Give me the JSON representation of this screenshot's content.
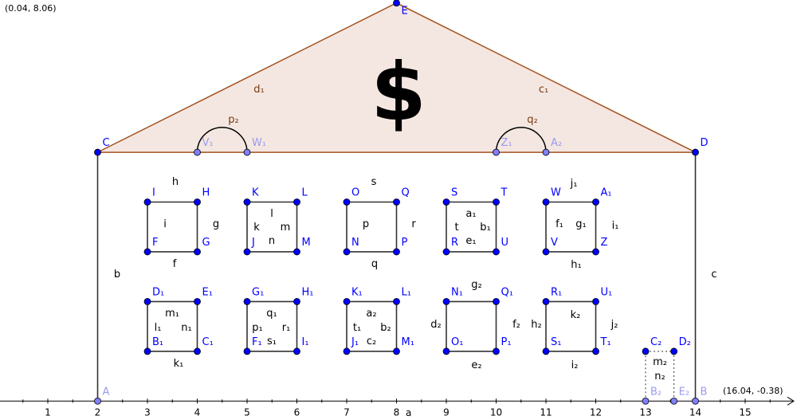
{
  "view": {
    "top_left_coord": "(0.04, 8.06)",
    "bottom_right_coord": "(16.04, -0.38)",
    "xmin": 0.04,
    "xmax": 16.04,
    "ymin": -0.38,
    "ymax": 8.06
  },
  "colors": {
    "point": "#0000ff",
    "point_light": "#7f7fff",
    "roof_stroke": "#a4521f",
    "roof_fill": "#f4e7e1",
    "segment": "#333333",
    "label": "#0000ff",
    "label_light": "#9a9aee"
  },
  "axis": {
    "ticks": [
      "1",
      "2",
      "3",
      "4",
      "5",
      "6",
      "7",
      "8",
      "9",
      "10",
      "11",
      "12",
      "13",
      "14",
      "15"
    ],
    "name": "a"
  },
  "roof_symbol": "$",
  "points": [
    {
      "name": "A",
      "x": 2,
      "y": 0,
      "light": true
    },
    {
      "name": "B",
      "x": 14,
      "y": 0,
      "light": true
    },
    {
      "name": "C",
      "x": 2,
      "y": 5
    },
    {
      "name": "D",
      "x": 14,
      "y": 5
    },
    {
      "name": "E",
      "x": 8,
      "y": 8
    },
    {
      "name": "F",
      "x": 3,
      "y": 3
    },
    {
      "name": "G",
      "x": 4,
      "y": 3
    },
    {
      "name": "H",
      "x": 4,
      "y": 4
    },
    {
      "name": "I",
      "x": 3,
      "y": 4
    },
    {
      "name": "J",
      "x": 5,
      "y": 3
    },
    {
      "name": "K",
      "x": 5,
      "y": 4
    },
    {
      "name": "L",
      "x": 6,
      "y": 4
    },
    {
      "name": "M",
      "x": 6,
      "y": 3
    },
    {
      "name": "N",
      "x": 7,
      "y": 3
    },
    {
      "name": "O",
      "x": 7,
      "y": 4
    },
    {
      "name": "P",
      "x": 8,
      "y": 3
    },
    {
      "name": "Q",
      "x": 8,
      "y": 4
    },
    {
      "name": "R",
      "x": 9,
      "y": 3
    },
    {
      "name": "S",
      "x": 9,
      "y": 4
    },
    {
      "name": "T",
      "x": 10,
      "y": 4
    },
    {
      "name": "U",
      "x": 10,
      "y": 3
    },
    {
      "name": "V",
      "x": 11,
      "y": 3
    },
    {
      "name": "W",
      "x": 11,
      "y": 4
    },
    {
      "name": "A₁",
      "x": 12,
      "y": 4
    },
    {
      "name": "Z",
      "x": 12,
      "y": 3
    },
    {
      "name": "B₁",
      "x": 3,
      "y": 1
    },
    {
      "name": "C₁",
      "x": 4,
      "y": 1
    },
    {
      "name": "D₁",
      "x": 3,
      "y": 2
    },
    {
      "name": "E₁",
      "x": 4,
      "y": 2
    },
    {
      "name": "F₁",
      "x": 5,
      "y": 1
    },
    {
      "name": "G₁",
      "x": 5,
      "y": 2
    },
    {
      "name": "H₁",
      "x": 6,
      "y": 2
    },
    {
      "name": "I₁",
      "x": 6,
      "y": 1
    },
    {
      "name": "J₁",
      "x": 7,
      "y": 1
    },
    {
      "name": "K₁",
      "x": 7,
      "y": 2
    },
    {
      "name": "L₁",
      "x": 8,
      "y": 2
    },
    {
      "name": "M₁",
      "x": 8,
      "y": 1
    },
    {
      "name": "N₁",
      "x": 9,
      "y": 2
    },
    {
      "name": "O₁",
      "x": 9,
      "y": 1
    },
    {
      "name": "P₁",
      "x": 10,
      "y": 1
    },
    {
      "name": "Q₁",
      "x": 10,
      "y": 2
    },
    {
      "name": "R₁",
      "x": 11,
      "y": 2
    },
    {
      "name": "S₁",
      "x": 11,
      "y": 1
    },
    {
      "name": "T₁",
      "x": 12,
      "y": 1
    },
    {
      "name": "U₁",
      "x": 12,
      "y": 2
    },
    {
      "name": "V₁",
      "x": 4,
      "y": 5,
      "light": true
    },
    {
      "name": "W₁",
      "x": 5,
      "y": 5,
      "light": true
    },
    {
      "name": "Z₁",
      "x": 10,
      "y": 5,
      "light": true
    },
    {
      "name": "A₂",
      "x": 11,
      "y": 5,
      "light": true
    },
    {
      "name": "B₂",
      "x": 13,
      "y": 0,
      "light": true
    },
    {
      "name": "C₂",
      "x": 13,
      "y": 1
    },
    {
      "name": "D₂",
      "x": 13.57,
      "y": 1
    },
    {
      "name": "E₂",
      "x": 13.57,
      "y": 0,
      "light": true
    }
  ],
  "object_labels": [
    "h",
    "g",
    "i",
    "f",
    "b",
    "k",
    "l",
    "m",
    "n",
    "s",
    "p",
    "r",
    "q",
    "t",
    "a₁",
    "b₁",
    "e₁",
    "j₁",
    "f₁",
    "g₁",
    "i₁",
    "h₁",
    "c",
    "d₁",
    "c₁",
    "p₂",
    "q₂",
    "g₂",
    "m₁",
    "l₁",
    "n₁",
    "k₁",
    "q₁",
    "p₁",
    "r₁",
    "s₁",
    "a₂",
    "t₁",
    "b₂",
    "c₂",
    "d₂",
    "f₂",
    "h₂",
    "k₂",
    "j₂",
    "e₂",
    "i₂",
    "m₂",
    "n₂"
  ]
}
